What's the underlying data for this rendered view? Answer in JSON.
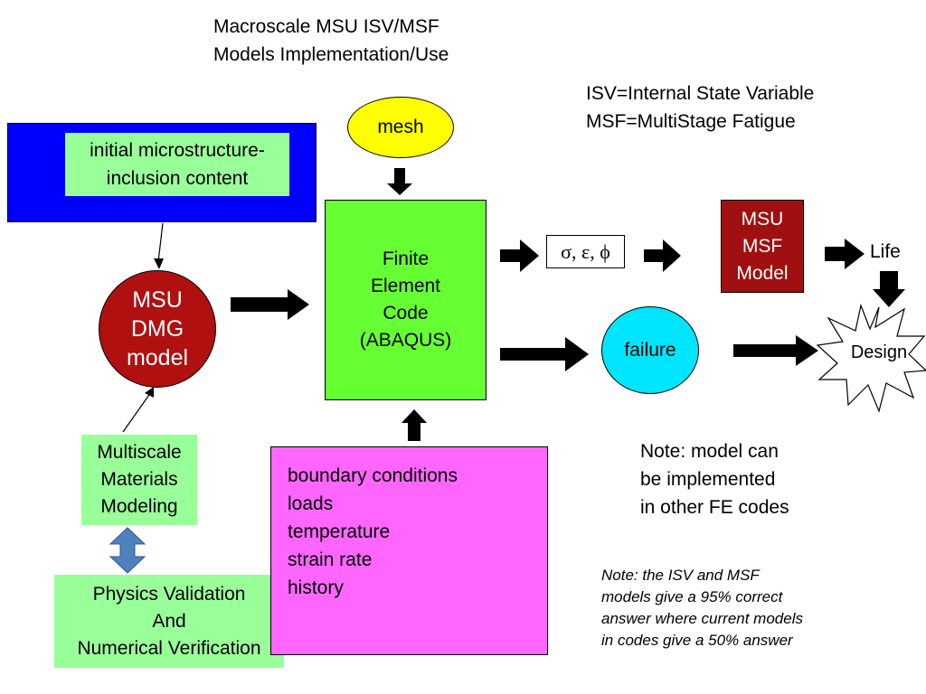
{
  "title": {
    "line1": "Macroscale MSU ISV/MSF",
    "line2": "Models Implementation/Use"
  },
  "abbreviations": {
    "line1": "ISV=Internal State Variable",
    "line2": "MSF=MultiStage Fatigue"
  },
  "microstructure": {
    "line1": "initial microstructure-",
    "line2": "inclusion content"
  },
  "dmg_model": {
    "line1": "MSU",
    "line2": "DMG",
    "line3": "model"
  },
  "multiscale": {
    "line1": "Multiscale",
    "line2": "Materials",
    "line3": "Modeling"
  },
  "physics": {
    "line1": "Physics Validation",
    "line2": "And",
    "line3": "Numerical Verification"
  },
  "mesh": {
    "label": "mesh"
  },
  "fe_code": {
    "line1": "Finite",
    "line2": "Element",
    "line3": "Code",
    "line4": "(ABAQUS)"
  },
  "boundary": {
    "items": [
      "boundary conditions",
      "loads",
      "temperature",
      "strain rate",
      "history"
    ]
  },
  "state_vars": {
    "label": "σ, ε, ϕ"
  },
  "msf_model": {
    "line1": "MSU",
    "line2": "MSF",
    "line3": "Model"
  },
  "life": {
    "label": "Life"
  },
  "failure": {
    "label": "failure"
  },
  "design": {
    "label": "Design"
  },
  "note_fe": {
    "line1": "Note: model can",
    "line2": "be implemented",
    "line3": "in other FE codes"
  },
  "note_accuracy": {
    "line1": "Note: the ISV and MSF",
    "line2": "models give a 95% correct",
    "line3": "answer where current models",
    "line4": "in codes give a 50% answer"
  },
  "colors": {
    "blue_box": "#0000ff",
    "light_green": "#99ff99",
    "dark_red": "#b01010",
    "fe_green": "#66ff33",
    "magenta": "#ff66ff",
    "mesh_yellow": "#ffff00",
    "failure_cyan": "#00e5ff",
    "double_arrow_blue": "#4f81bd"
  }
}
